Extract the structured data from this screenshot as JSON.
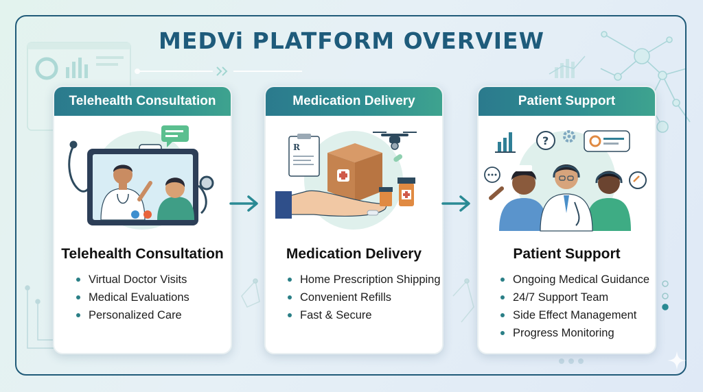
{
  "title": "MEDVi PLATFORM OVERVIEW",
  "colors": {
    "frame": "#1f5a78",
    "title": "#1e5b7b",
    "header_gradient_start": "#2b7a8d",
    "header_gradient_end": "#3ea38f",
    "accent_teal": "#2a8a94",
    "card_background": "#ffffff"
  },
  "cards": [
    {
      "header": "Telehealth Consultation",
      "title": "Telehealth Consultation",
      "illustration": "doctor-on-tablet-video-call",
      "items": [
        "Virtual Doctor Visits",
        "Medical Evaluations",
        "Personalized Care"
      ]
    },
    {
      "header": "Medication Delivery",
      "title": "Medication Delivery",
      "illustration": "hand-holding-package-with-drone",
      "items": [
        "Home Prescription Shipping",
        "Convenient Refills",
        "Fast & Secure"
      ]
    },
    {
      "header": "Patient Support",
      "title": "Patient Support",
      "illustration": "support-team-with-headsets",
      "items": [
        "Ongoing Medical Guidance",
        "24/7 Support Team",
        "Side Effect Management",
        "Progress Monitoring"
      ]
    }
  ]
}
